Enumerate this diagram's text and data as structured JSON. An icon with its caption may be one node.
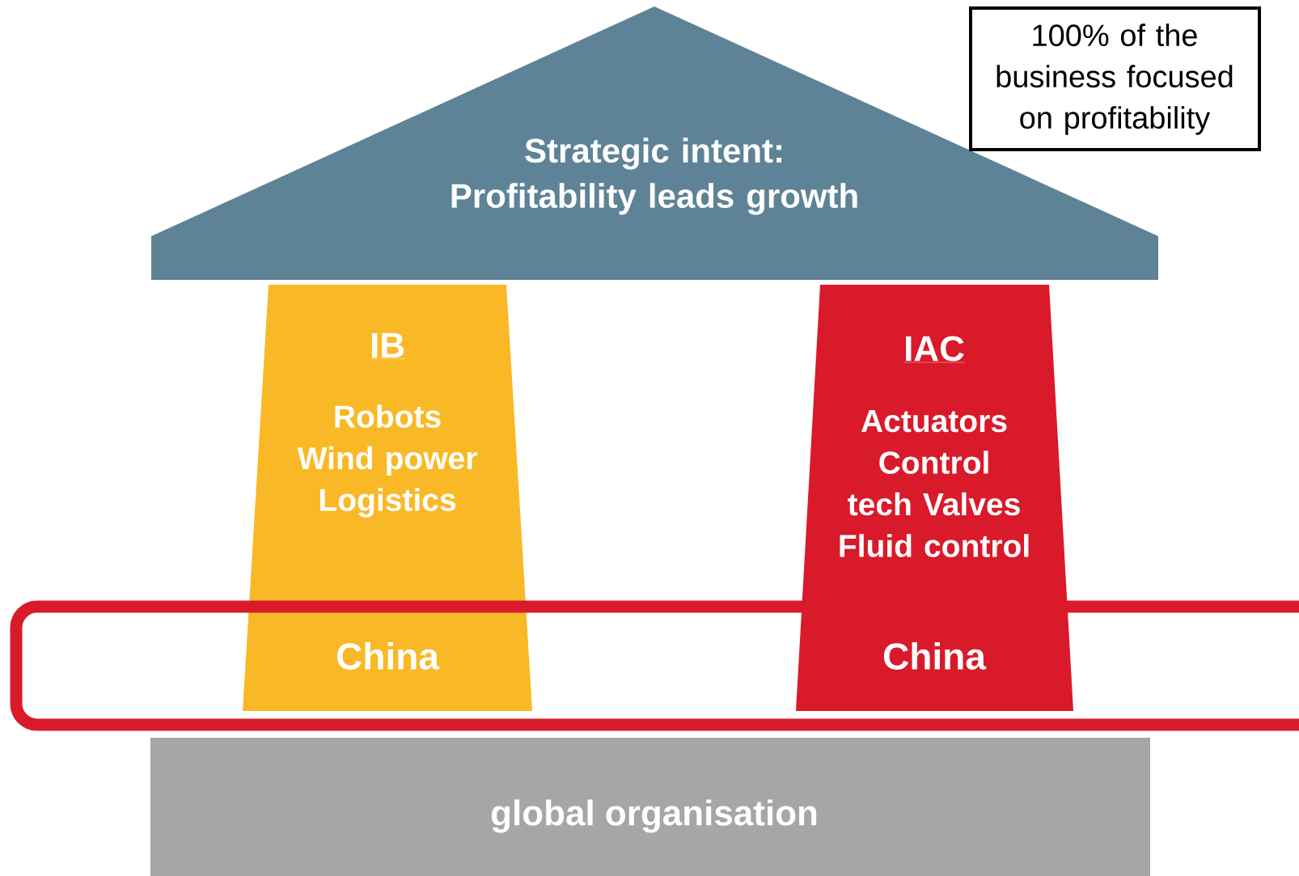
{
  "diagram": {
    "nodes": [
      {
        "text": [
          "Strategic intent: Profitability leads growth"
        ]
      },
      {
        "text": [
          "100% of the business focused on profitability"
        ]
      },
      {
        "text": [
          "IB",
          "Robots Wind power Logistics",
          "China"
        ]
      },
      {
        "text": [
          "IAC",
          "Actuators Control tech Valves Fluid control",
          "China"
        ]
      },
      {
        "text": [
          "global organisation"
        ]
      }
    ]
  }
}
